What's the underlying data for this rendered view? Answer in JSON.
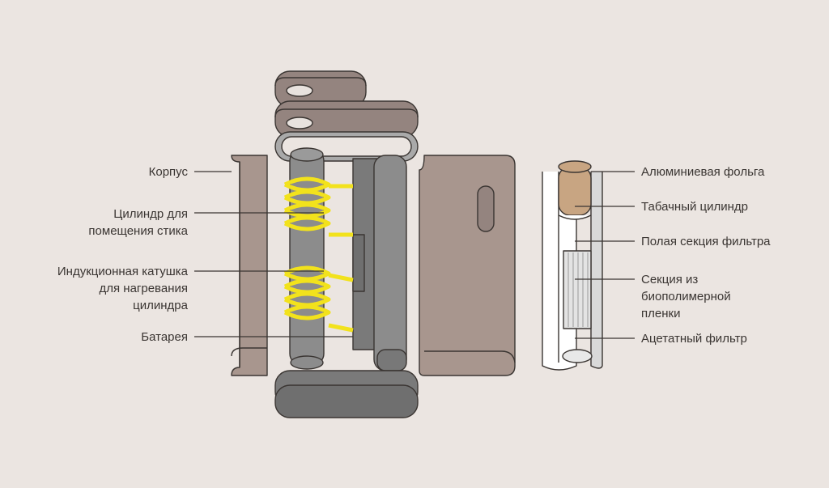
{
  "labels_left": {
    "korpus": "Корпус",
    "cylinder": [
      "Цилиндр для",
      "помещения стика"
    ],
    "coil": [
      "Индукционная катушка",
      "для нагревания",
      "цилиндра"
    ],
    "battery": "Батарея"
  },
  "labels_right": {
    "foil": "Алюминиевая фольга",
    "tobacco": "Табачный цилиндр",
    "hollow": "Полая секция фильтра",
    "biopolymer": [
      "Секция из",
      "биополимерной",
      "пленки"
    ],
    "acetate": "Ацетатный фильтр"
  },
  "colors": {
    "background": "#ebe5e1",
    "shell": "#a8968e",
    "lid": "#94847f",
    "metal": "#8c8c8c",
    "coil": "#f2e21c",
    "tobacco": "#c8a582",
    "filter": "#ffffff",
    "outline": "#3a3532"
  }
}
